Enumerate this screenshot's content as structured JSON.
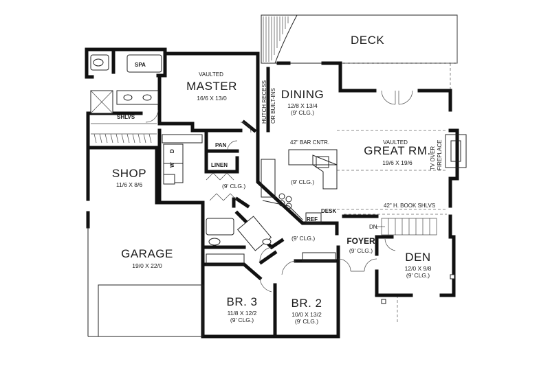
{
  "rooms": {
    "deck": {
      "name": "DECK"
    },
    "spa": {
      "name": "SPA"
    },
    "shlvs": {
      "name": "SHLVS"
    },
    "master": {
      "prefix": "VAULTED",
      "name": "MASTER",
      "dims": "16/6 X 13/0"
    },
    "hutch": {
      "line1": "HUTCH RECESS",
      "line2": "OR BUILT-INS"
    },
    "dining": {
      "name": "DINING",
      "dims": "12/8 X 13/4",
      "ceiling": "(9' CLG.)"
    },
    "great": {
      "prefix": "VAULTED",
      "name": "GREAT RM.",
      "dims": "19/6 X 19/6"
    },
    "tvnote": {
      "line1": "TV OVER",
      "line2": "FIREPLACE"
    },
    "bar": {
      "name": "42\" BAR CNTR."
    },
    "kitchen": {
      "ceiling": "(9' CLG.)"
    },
    "pan": {
      "name": "PAN"
    },
    "linen": {
      "name": "LINEN"
    },
    "washer": {
      "name": "W"
    },
    "dryer": {
      "name": "D"
    },
    "laundry": {
      "ceiling": "(9' CLG.)"
    },
    "shop": {
      "name": "SHOP",
      "dims": "11/6 X 8/6"
    },
    "garage": {
      "name": "GARAGE",
      "dims": "19/0 X 22/0"
    },
    "desk": {
      "name": "DESK"
    },
    "ref": {
      "name": "REF"
    },
    "bookshlv": {
      "name": "42\" H. BOOK SHLVS"
    },
    "dn": {
      "name": "DN."
    },
    "hall": {
      "ceiling": "(9' CLG.)"
    },
    "foyer": {
      "name": "FOYER",
      "ceiling": "(9' CLG.)"
    },
    "den": {
      "name": "DEN",
      "dims": "12/0 X 9/8",
      "ceiling": "(9' CLG.)"
    },
    "br3": {
      "name": "BR. 3",
      "dims": "11/8 X 12/2",
      "ceiling": "(9' CLG.)"
    },
    "br2": {
      "name": "BR. 2",
      "dims": "10/0 X 13/2",
      "ceiling": "(9' CLG.)"
    }
  }
}
